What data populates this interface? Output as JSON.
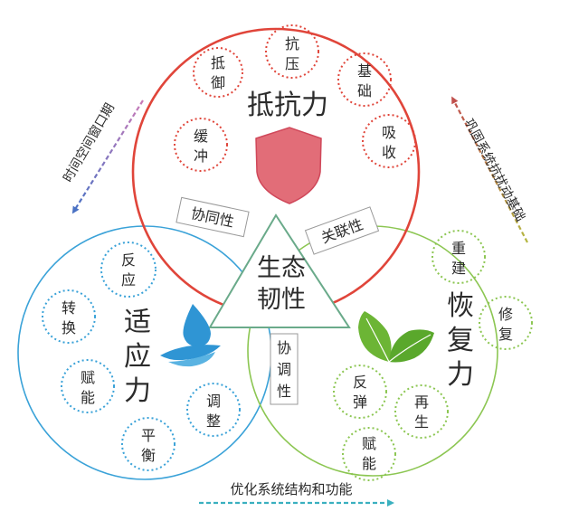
{
  "center": {
    "line1": "生态",
    "line2": "韧性"
  },
  "resistance": {
    "label": "抵抗力",
    "nodes": [
      {
        "chars": [
          "抵",
          "御"
        ]
      },
      {
        "chars": [
          "抗",
          "压"
        ]
      },
      {
        "chars": [
          "基",
          "础"
        ]
      },
      {
        "chars": [
          "缓",
          "冲"
        ]
      },
      {
        "chars": [
          "吸",
          "收"
        ]
      }
    ]
  },
  "adaptability": {
    "label": [
      "适",
      "应",
      "力"
    ],
    "nodes": [
      {
        "chars": [
          "反",
          "应"
        ]
      },
      {
        "chars": [
          "转",
          "换"
        ]
      },
      {
        "chars": [
          "赋",
          "能"
        ]
      },
      {
        "chars": [
          "调",
          "整"
        ]
      },
      {
        "chars": [
          "平",
          "衡"
        ]
      }
    ]
  },
  "recovery": {
    "label": [
      "恢",
      "复",
      "力"
    ],
    "nodes": [
      {
        "chars": [
          "重",
          "建"
        ]
      },
      {
        "chars": [
          "修",
          "复"
        ]
      },
      {
        "chars": [
          "反",
          "弹"
        ]
      },
      {
        "chars": [
          "再",
          "生"
        ]
      },
      {
        "chars": [
          "赋",
          "能"
        ]
      }
    ]
  },
  "overlaps": {
    "synergy": "协同性",
    "correlation": "关联性",
    "coordination": [
      "协",
      "调",
      "性"
    ]
  },
  "arrows": {
    "left": "时间空间窗口期",
    "right": "巩固系统抗扰动基础",
    "bottom": "优化系统结构和功能"
  },
  "colors": {
    "resistance": "#e0453a",
    "adaptability": "#3aa2d8",
    "recovery": "#8cc652",
    "shield": "#e26d78",
    "water": "#2f95d4",
    "leaf": "#6cb535"
  }
}
